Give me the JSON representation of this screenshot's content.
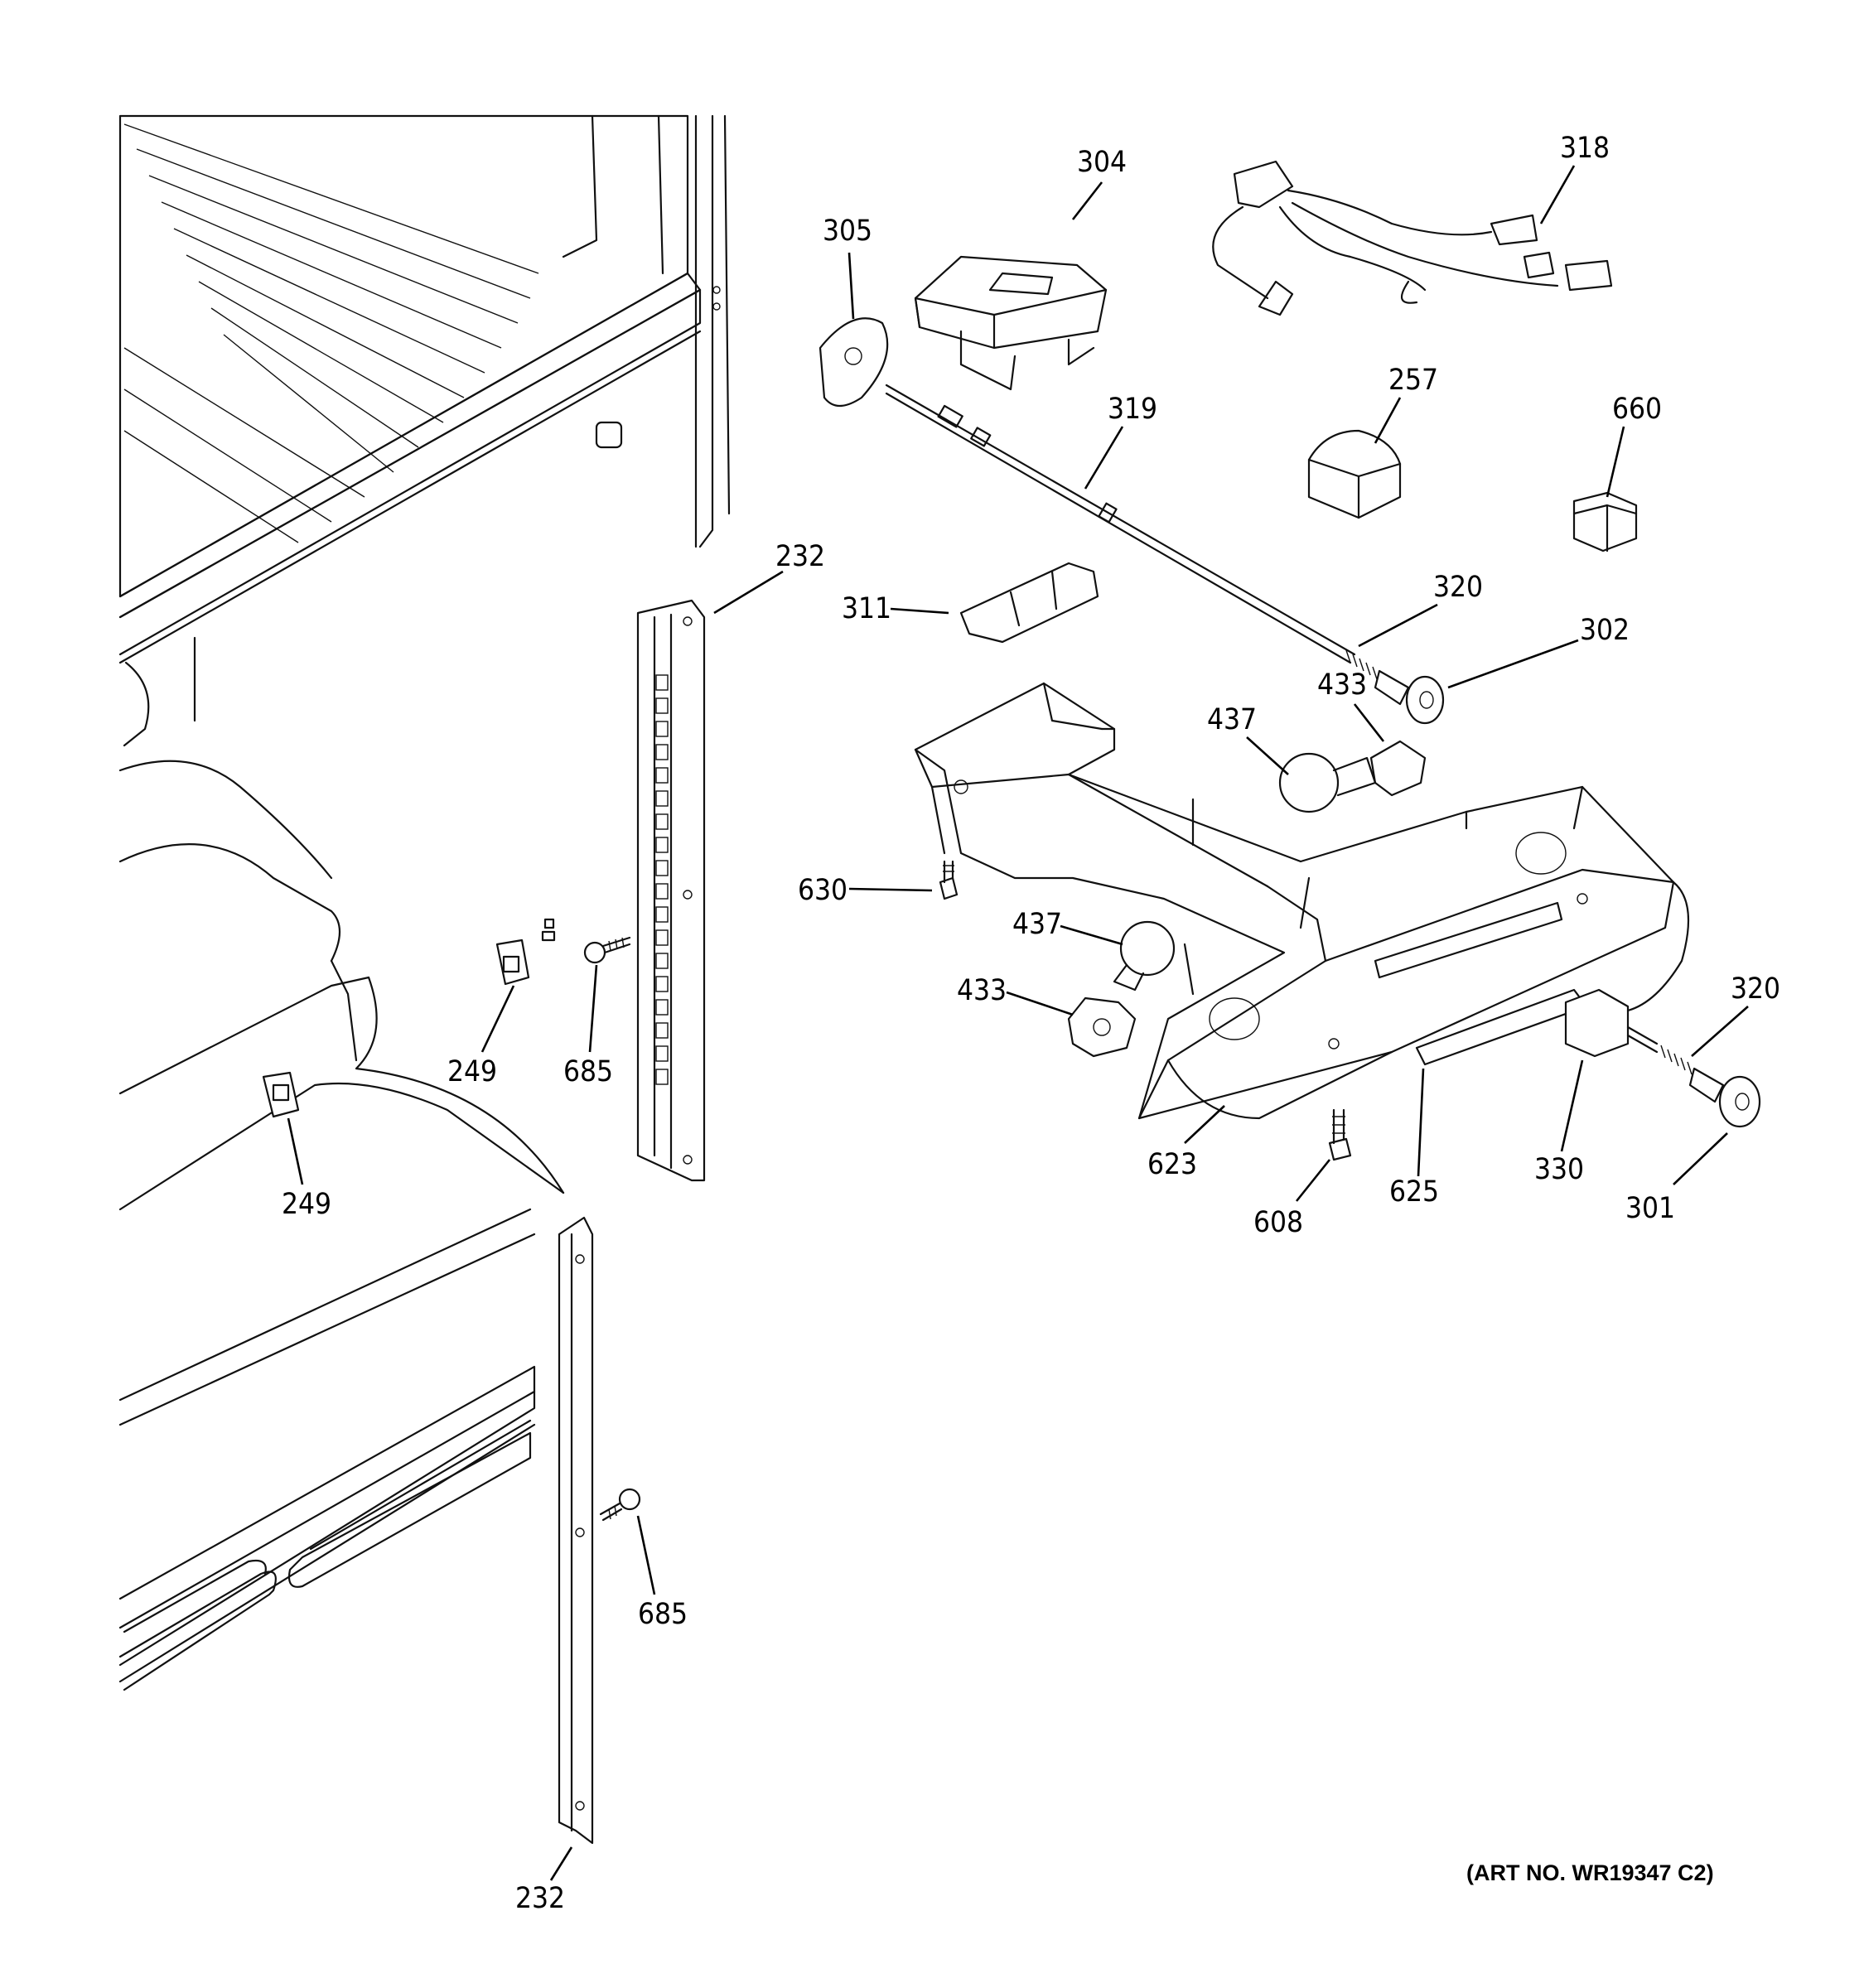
{
  "callouts": {
    "c304": "304",
    "c318": "318",
    "c305": "305",
    "c319": "319",
    "c257": "257",
    "c660": "660",
    "c232_top": "232",
    "c311": "311",
    "c320_top": "320",
    "c302": "302",
    "c433_top": "433",
    "c437_top": "437",
    "c630": "630",
    "c437_mid": "437",
    "c433_mid": "433",
    "c320_right": "320",
    "c249_mid": "249",
    "c685_mid": "685",
    "c249_left": "249",
    "c623": "623",
    "c608": "608",
    "c625": "625",
    "c330": "330",
    "c301": "301",
    "c685_low": "685",
    "c232_bottom": "232"
  },
  "art_number": "(ART NO. WR19347 C2)"
}
